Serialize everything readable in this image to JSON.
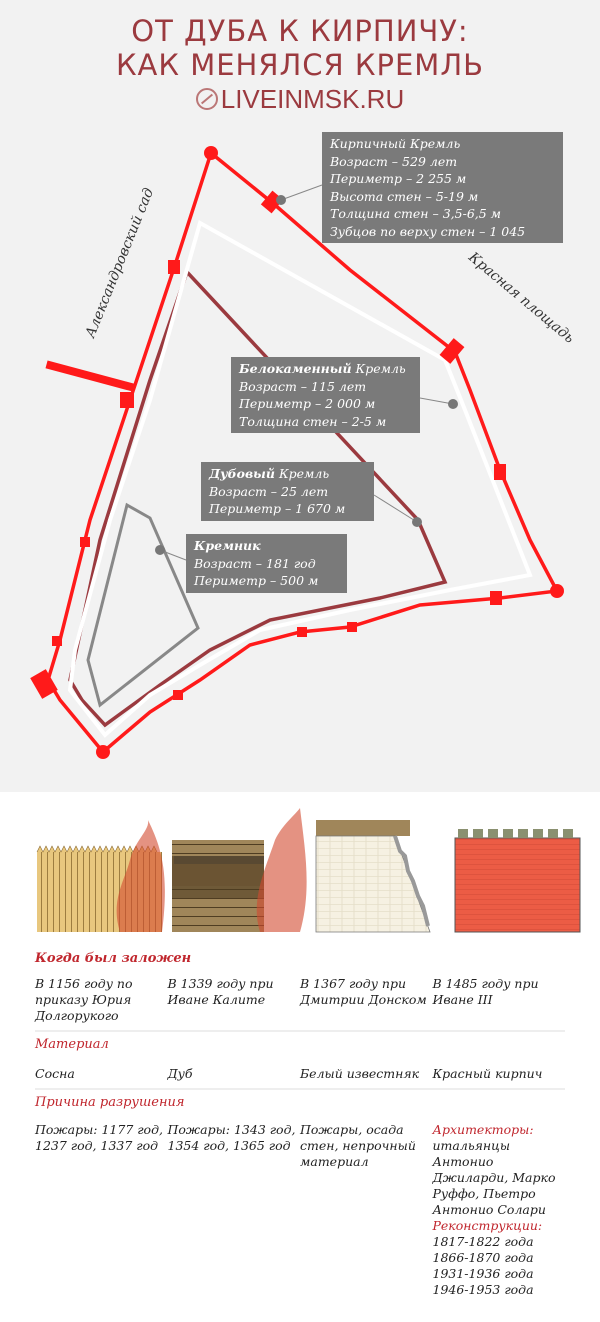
{
  "header": {
    "title_line1": "ОТ ДУБА К КИРПИЧУ:",
    "title_line2": "КАК МЕНЯЛСЯ КРЕМЛЬ",
    "site": "LIVEINMSK.RU"
  },
  "streets": {
    "left": "Александровский сад",
    "right": "Красная площадь"
  },
  "colors": {
    "brick": "#ff1a1a",
    "white_stone": "#ffffff",
    "oak": "#9b3a3f",
    "kremnik": "#888888",
    "box": "#7a7a7a",
    "accent": "#c0262d"
  },
  "boxes": {
    "brick": {
      "title": "Кирпичный Кремль",
      "lines": [
        "Возраст – 529 лет",
        "Периметр – 2 255 м",
        "Высота стен – 5-19 м",
        "Толщина стен – 3,5-6,5 м",
        "Зубцов по верху стен – 1 045"
      ]
    },
    "white": {
      "title_bold": "Белокаменный",
      "title_rest": " Кремль",
      "lines": [
        "Возраст – 115 лет",
        "Периметр – 2 000 м",
        "Толщина стен – 2-5 м"
      ]
    },
    "oak": {
      "title_bold": "Дубовый",
      "title_rest": " Кремль",
      "lines": [
        "Возраст – 25 лет",
        "Периметр – 1 670 м"
      ]
    },
    "kremnik": {
      "title_bold": "Кремник",
      "lines": [
        "Возраст – 181 год",
        "Периметр – 500 м"
      ]
    }
  },
  "table": {
    "founded_label": "Когда был заложен",
    "founded": [
      "В 1156 году по приказу Юрия Долгорукого",
      "В 1339 году при Иване Калите",
      "В 1367 году при Дмитрии Донском",
      "В 1485 году при Иване III"
    ],
    "material_label": "Материал",
    "material": [
      "Сосна",
      "Дуб",
      "Белый известняк",
      "Красный кирпич"
    ],
    "cause_label": "Причина разрушения",
    "cause": [
      "Пожары: 1177 год, 1237 год, 1337 год",
      "Пожары: 1343 год, 1354 год, 1365 год",
      "Пожары, осада стен, непрочный материал"
    ],
    "architects_label": "Архитекторы:",
    "architects": "итальянцы Антонио Джиларди, Марко Руффо, Пьетро Антонио Солари",
    "reconstructions_label": "Реконструкции:",
    "reconstructions": [
      "1817-1822 года",
      "1866-1870 года",
      "1931-1936 года",
      "1946-1953 года"
    ]
  }
}
